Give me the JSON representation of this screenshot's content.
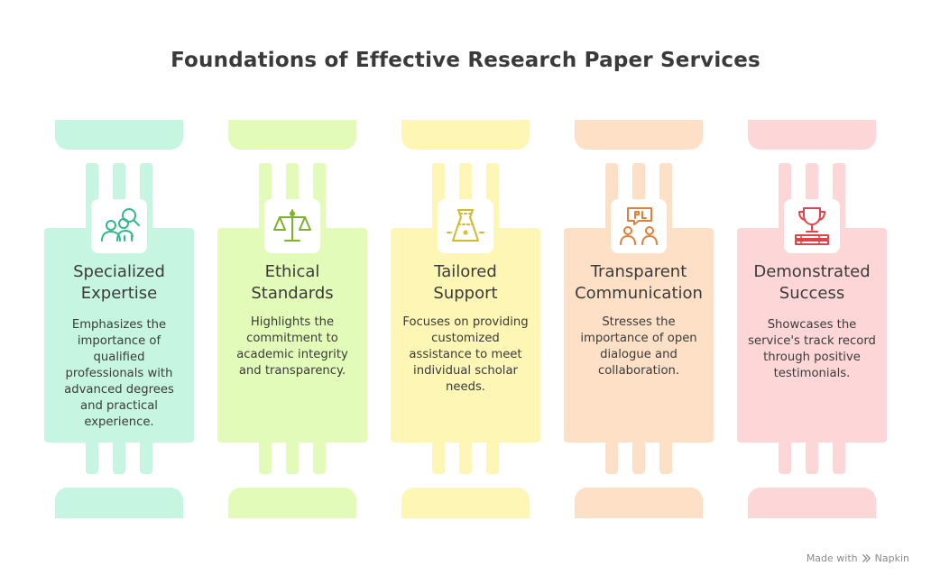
{
  "title": "Foundations of Effective Research Paper Services",
  "pillars": [
    {
      "title_line1": "Specialized",
      "title_line2": "Expertise",
      "description": "Emphasizes the importance of qualified professionals with advanced degrees and practical experience.",
      "icon": "experts-search-icon",
      "color": "#c6f6e2",
      "accent": "#2fb98c"
    },
    {
      "title_line1": "Ethical",
      "title_line2": "Standards",
      "description": "Highlights the commitment to academic integrity and transparency.",
      "icon": "balance-scale-icon",
      "color": "#e3fbb8",
      "accent": "#7cb22c"
    },
    {
      "title_line1": "Tailored",
      "title_line2": "Support",
      "description": "Focuses on providing customized assistance to meet individual scholar needs.",
      "icon": "tailored-garment-icon",
      "color": "#fdf6b4",
      "accent": "#d4b92a"
    },
    {
      "title_line1": "Transparent",
      "title_line2": "Communication",
      "description": "Stresses the importance of open dialogue and collaboration.",
      "icon": "people-dialogue-icon",
      "color": "#fde0c6",
      "accent": "#e0803a"
    },
    {
      "title_line1": "Demonstrated",
      "title_line2": "Success",
      "description": "Showcases the service's track record through positive testimonials.",
      "icon": "trophy-icon",
      "color": "#fdd7d7",
      "accent": "#e0434a"
    }
  ],
  "footer": {
    "made_with": "Made with",
    "brand": "Napkin"
  }
}
